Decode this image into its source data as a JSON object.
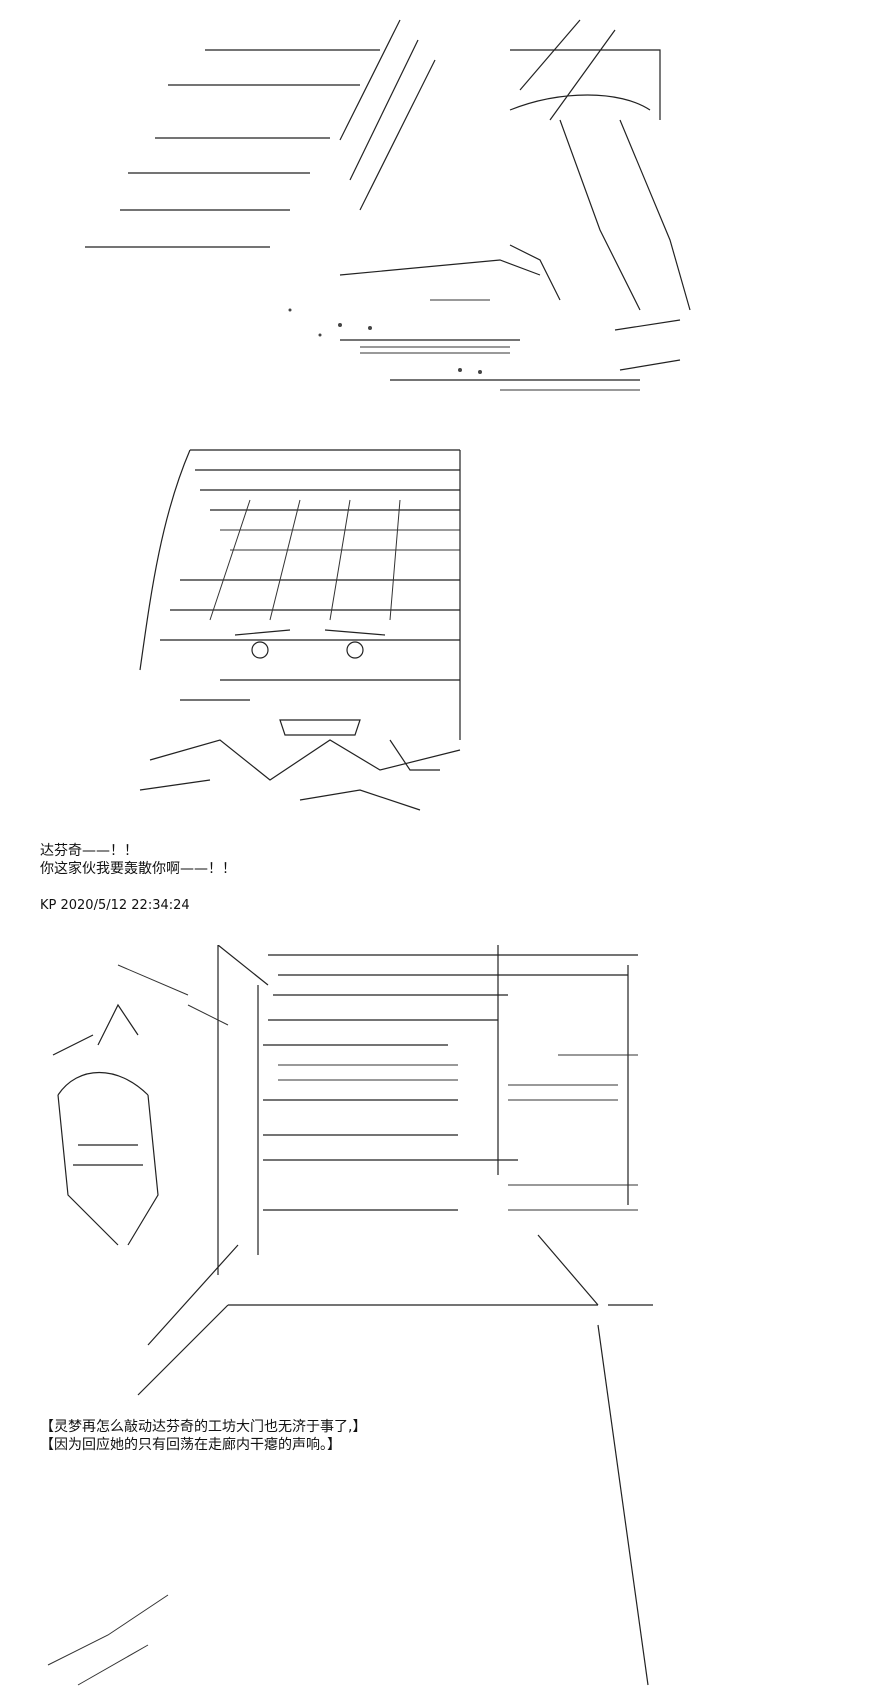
{
  "dialogue": {
    "line1": "达芬奇——！！",
    "line2": "你这家伙我要轰散你啊——！！"
  },
  "timestamp": "KP 2020/5/12 22:34:24",
  "narration": {
    "line1": "【灵梦再怎么敲动达芬奇的工坊大门也无济于事了,】",
    "line2": "【因为回应她的只有回荡在走廊内干瘪的声响。】"
  },
  "colors": {
    "ink": "#222222",
    "paper": "#ffffff"
  }
}
